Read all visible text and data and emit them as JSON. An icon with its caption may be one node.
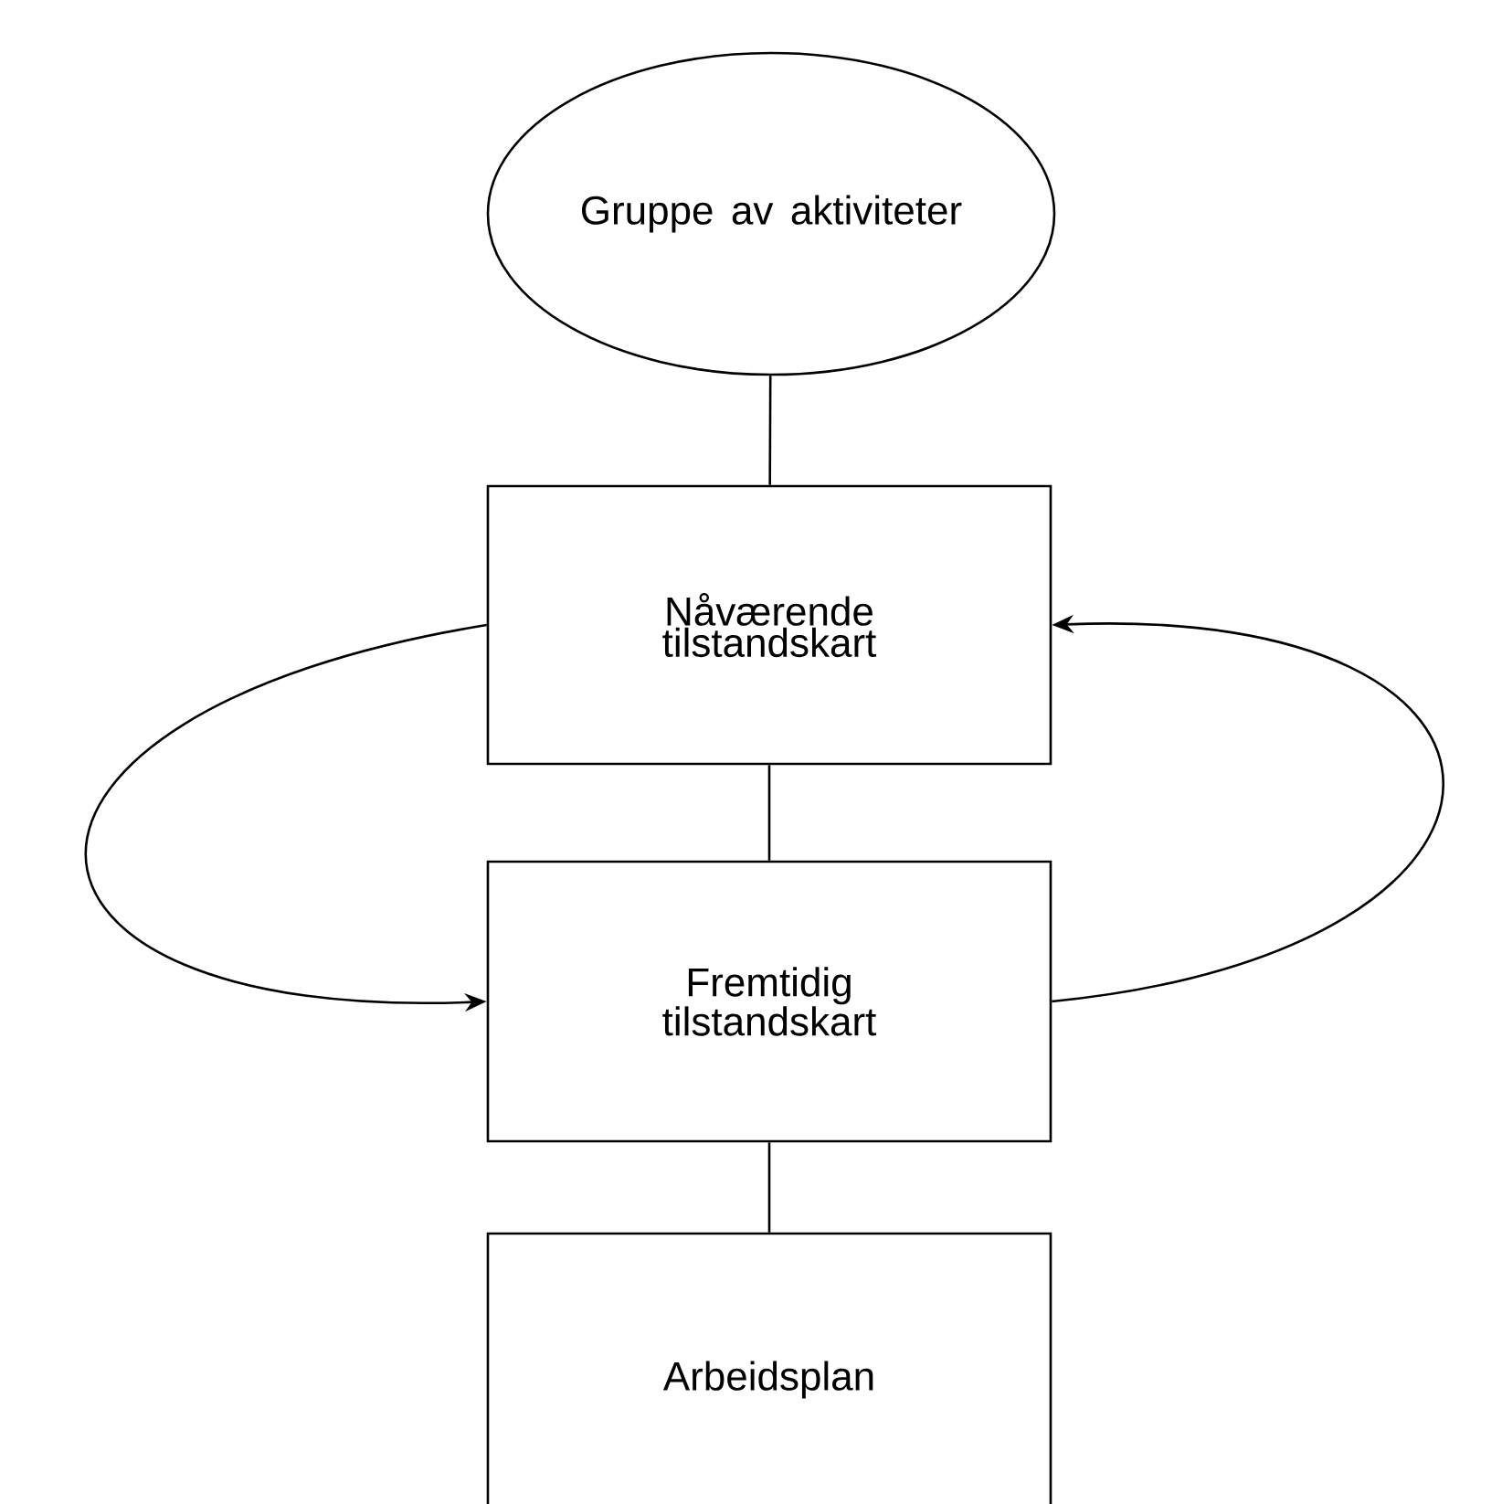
{
  "diagram": {
    "nodes": [
      {
        "text": [
          "Gruppe av aktiviteter"
        ]
      },
      {
        "text": [
          "Nåværende tilstandskart"
        ]
      },
      {
        "text": [
          "Fremtidig tilstandskart"
        ]
      },
      {
        "text": [
          "Arbeidsplan"
        ]
      }
    ],
    "edges": [
      {
        "from": 0,
        "to": 1,
        "arrow": "none"
      },
      {
        "from": 1,
        "to": 2,
        "arrow": "none"
      },
      {
        "from": 2,
        "to": 3,
        "arrow": "none"
      },
      {
        "from": 1,
        "to": 2,
        "arrow": "to"
      },
      {
        "from": 2,
        "to": 1,
        "arrow": "to"
      }
    ]
  }
}
